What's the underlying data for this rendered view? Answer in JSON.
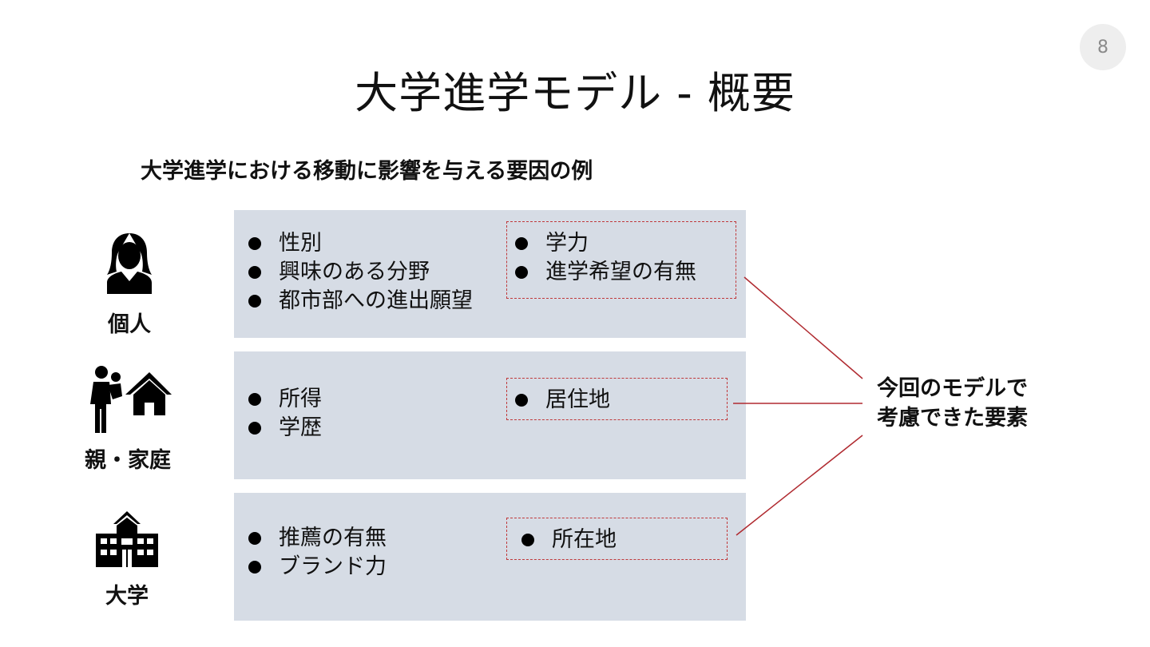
{
  "page": {
    "number": "8",
    "title": "大学進学モデル - 概要",
    "subtitle": "大学進学における移動に影響を与える要因の例"
  },
  "categories": {
    "individual": {
      "label": "個人",
      "icon": "person-icon",
      "factors": [
        "性別",
        "興味のある分野",
        "都市部への進出願望"
      ],
      "modeled_factors": [
        "学力",
        "進学希望の有無"
      ]
    },
    "family": {
      "label": "親・家庭",
      "icon": "parent-home-icon",
      "factors": [
        "所得",
        "学歴"
      ],
      "modeled_factors": [
        "居住地"
      ]
    },
    "university": {
      "label": "大学",
      "icon": "university-building-icon",
      "factors": [
        "推薦の有無",
        "ブランド力"
      ],
      "modeled_factors": [
        "所在地"
      ]
    }
  },
  "conclusion": {
    "line1": "今回のモデルで",
    "line2": "考慮できた要素"
  },
  "colors": {
    "panel_background": "#d6dce5",
    "highlight_border": "#c0393b",
    "connector_line": "#b02a30"
  }
}
